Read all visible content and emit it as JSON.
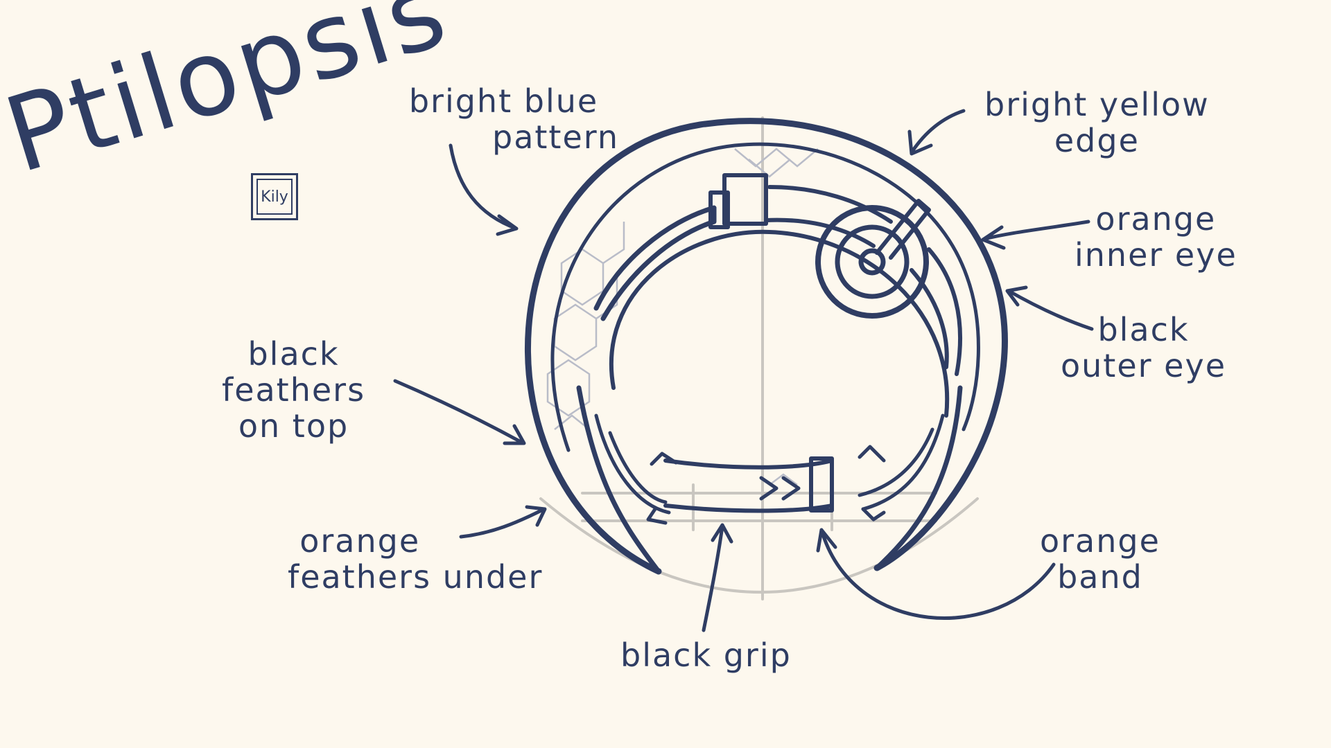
{
  "title": "Ptilopsis",
  "signature": "Kily",
  "colors": {
    "ink": "#2f3d63",
    "paper": "#fdf8ee",
    "guide": "#c9c6c0"
  },
  "labels": {
    "bright_blue_pattern": [
      "bright blue",
      "pattern"
    ],
    "bright_yellow_edge": [
      "bright yellow",
      "edge"
    ],
    "orange_inner_eye": [
      "orange",
      "inner eye"
    ],
    "black_outer_eye": [
      "black",
      "outer eye"
    ],
    "black_feathers_on_top": [
      "black",
      "feathers",
      "on top"
    ],
    "orange_feathers_under": [
      "orange",
      "feathers under"
    ],
    "black_grip": [
      "black grip"
    ],
    "orange_band": [
      "orange",
      "band"
    ]
  }
}
